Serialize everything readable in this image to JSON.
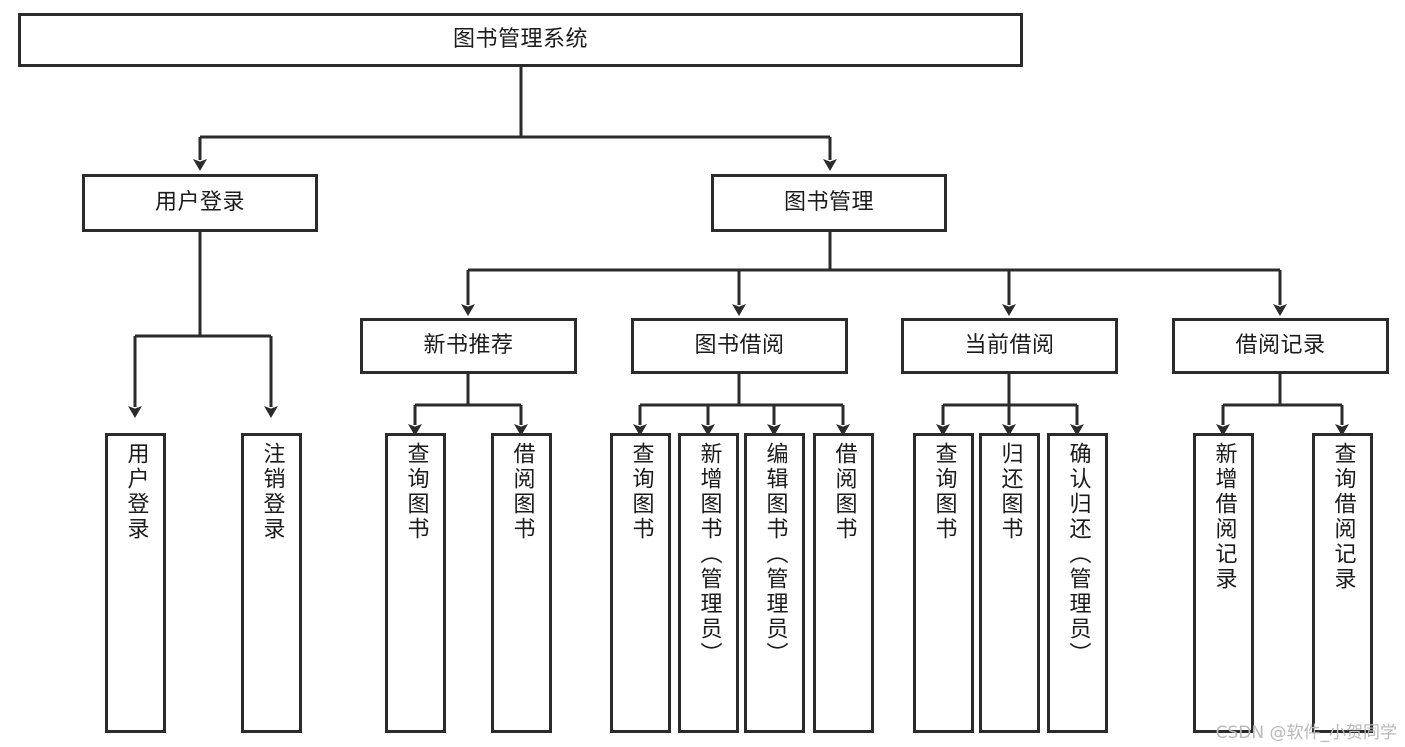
{
  "diagram": {
    "type": "tree",
    "title": "图书管理系统",
    "root": {
      "id": "root",
      "label": "图书管理系统",
      "orientation": "horizontal"
    },
    "level2": [
      {
        "id": "user-login",
        "label": "用户登录",
        "orientation": "horizontal"
      },
      {
        "id": "book-manage",
        "label": "图书管理",
        "orientation": "horizontal"
      }
    ],
    "level3": [
      {
        "id": "new-book-recommend",
        "label": "新书推荐",
        "orientation": "horizontal",
        "parent": "book-manage"
      },
      {
        "id": "book-borrow",
        "label": "图书借阅",
        "orientation": "horizontal",
        "parent": "book-manage"
      },
      {
        "id": "current-borrow",
        "label": "当前借阅",
        "orientation": "horizontal",
        "parent": "book-manage"
      },
      {
        "id": "borrow-record",
        "label": "借阅记录",
        "orientation": "horizontal",
        "parent": "book-manage"
      }
    ],
    "leaves": [
      {
        "id": "leaf-user-login",
        "label": "用户登录",
        "orientation": "vertical",
        "parent": "user-login"
      },
      {
        "id": "leaf-user-logout",
        "label": "注销登录",
        "orientation": "vertical",
        "parent": "user-login"
      },
      {
        "id": "leaf-query-book-1",
        "label": "查询图书",
        "orientation": "vertical",
        "parent": "new-book-recommend"
      },
      {
        "id": "leaf-borrow-book-1",
        "label": "借阅图书",
        "orientation": "vertical",
        "parent": "new-book-recommend"
      },
      {
        "id": "leaf-query-book-2",
        "label": "查询图书",
        "orientation": "vertical",
        "parent": "book-borrow"
      },
      {
        "id": "leaf-add-book",
        "label": "新增图书（管理员）",
        "orientation": "vertical",
        "parent": "book-borrow"
      },
      {
        "id": "leaf-edit-book",
        "label": "编辑图书（管理员）",
        "orientation": "vertical",
        "parent": "book-borrow"
      },
      {
        "id": "leaf-borrow-book-2",
        "label": "借阅图书",
        "orientation": "vertical",
        "parent": "book-borrow"
      },
      {
        "id": "leaf-query-book-3",
        "label": "查询图书",
        "orientation": "vertical",
        "parent": "current-borrow"
      },
      {
        "id": "leaf-return-book",
        "label": "归还图书",
        "orientation": "vertical",
        "parent": "current-borrow"
      },
      {
        "id": "leaf-confirm-return",
        "label": "确认归还（管理员）",
        "orientation": "vertical",
        "parent": "current-borrow"
      },
      {
        "id": "leaf-add-record",
        "label": "新增借阅记录",
        "orientation": "vertical",
        "parent": "borrow-record"
      },
      {
        "id": "leaf-query-record",
        "label": "查询借阅记录",
        "orientation": "vertical",
        "parent": "borrow-record"
      }
    ],
    "colors": {
      "stroke": "#2b2b2b",
      "fill": "#ffffff",
      "text": "#1b1b1b",
      "watermark": "#b9b9b9"
    }
  },
  "watermark": {
    "text": "CSDN @软件_小贺同学"
  }
}
